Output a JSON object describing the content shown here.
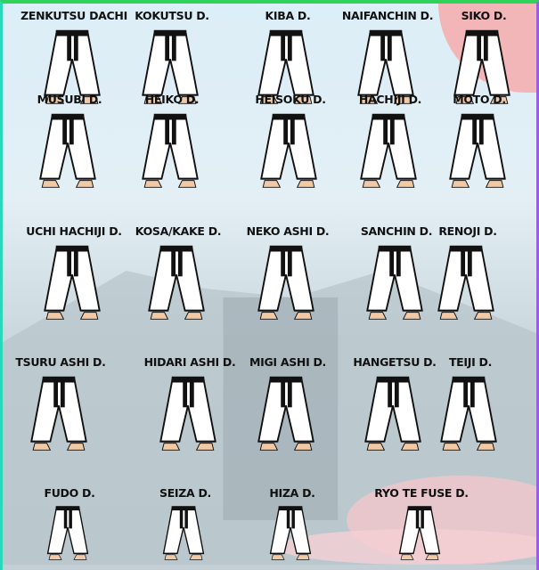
{
  "colors": {
    "border_top": "#2fd35a",
    "border_left": "#27d9b8",
    "border_right": "#9b5de5",
    "sun": "#f2b6b8",
    "belt": "#111111",
    "gi": "#ffffff",
    "skin": "#f1c9a5"
  },
  "stances": [
    [
      "ZENKUTSU DACHI",
      "KOKUTSU D.",
      "KIBA D.",
      "NAIFANCHIN D.",
      "SIKO D."
    ],
    [
      "MUSUBI D.",
      "HEIKO D.",
      "HEISOKU D.",
      "HACHIJI D.",
      "MOTO D."
    ],
    [
      "UCHI HACHIJI D.",
      "KOSA/KAKE D.",
      "NEKO ASHI D.",
      "SANCHIN D.",
      "RENOJI D."
    ],
    [
      "TSURU ASHI D.",
      "HIDARI ASHI D.",
      "MIGI ASHI D.",
      "HANGETSU D.",
      "TEIJI D."
    ],
    [
      "FUDO D.",
      "SEIZA D.",
      "HIZA D.",
      "RYO TE FUSE D."
    ]
  ]
}
